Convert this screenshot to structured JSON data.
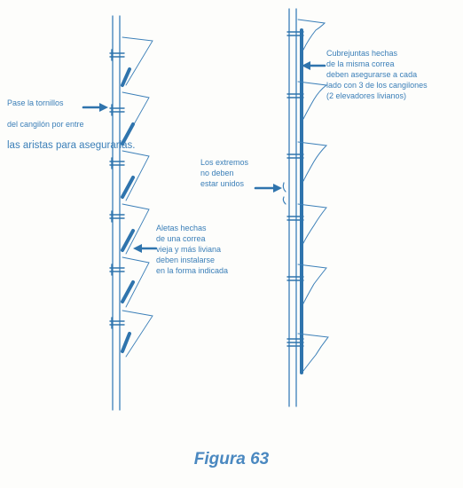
{
  "labels": {
    "tornillos_line1": "Pase la tornillos",
    "tornillos_line2": "del cangilón por entre",
    "tornillos_line3": "las aristas para asegurarlas.",
    "aletas": "Aletas hechas\nde una correa\nvieja y más liviana\ndeben instalarse\nen la forma indicada",
    "extremos": "Los extremos\nno deben\nestar unidos",
    "cubrejuntas": "Cubrejuntas hechas\nde la misma correa\ndeben asegurarse a cada\nlado con 3 de los cangilones\n(2 elevadores livianos)"
  },
  "caption": "Figura 63",
  "colors": {
    "ink": "#3b7fb8",
    "ink_dark": "#2f74ad",
    "paper": "#fdfdfb"
  }
}
